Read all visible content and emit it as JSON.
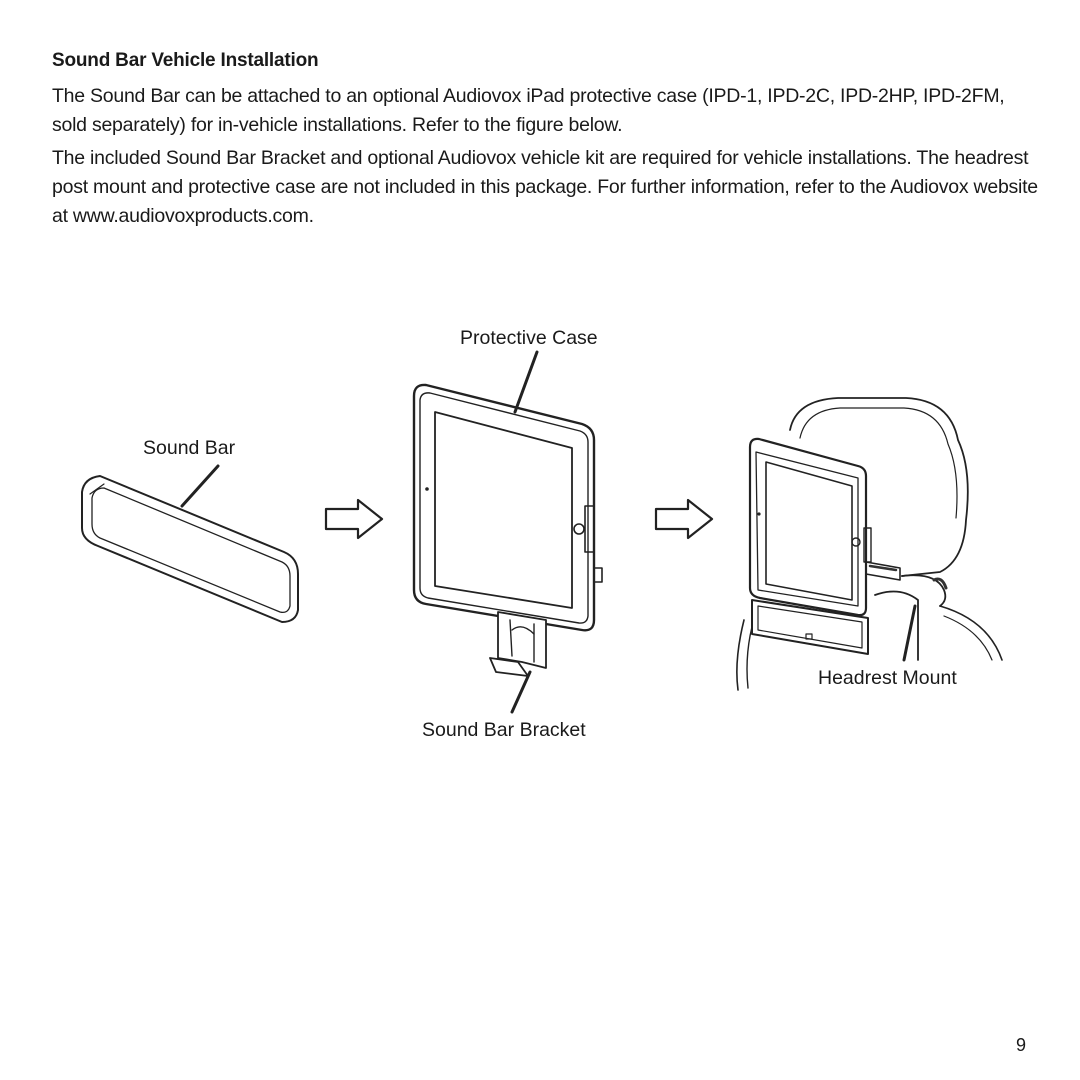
{
  "document": {
    "heading": "Sound Bar Vehicle Installation",
    "paragraphs": [
      "The Sound Bar can be attached to an optional Audiovox iPad protective case (IPD-1, IPD-2C, IPD-2HP, IPD-2FM, sold separately) for in-vehicle installations. Refer to the figure below.",
      "The included Sound Bar Bracket and optional Audiovox vehicle kit are required for vehicle installations. The headrest post mount and protective case are not included in this package. For further information, refer to the Audiovox website at www.audiovoxproducts.com."
    ],
    "page_number": "9"
  },
  "figure": {
    "labels": {
      "protective_case": "Protective Case",
      "sound_bar": "Sound Bar",
      "headrest_mount": "Headrest Mount",
      "sound_bar_bracket": "Sound Bar Bracket"
    },
    "icons": [
      "sound-bar-illustration",
      "arrow-right-icon",
      "tablet-case-illustration",
      "arrow-right-icon",
      "headrest-illustration"
    ]
  }
}
